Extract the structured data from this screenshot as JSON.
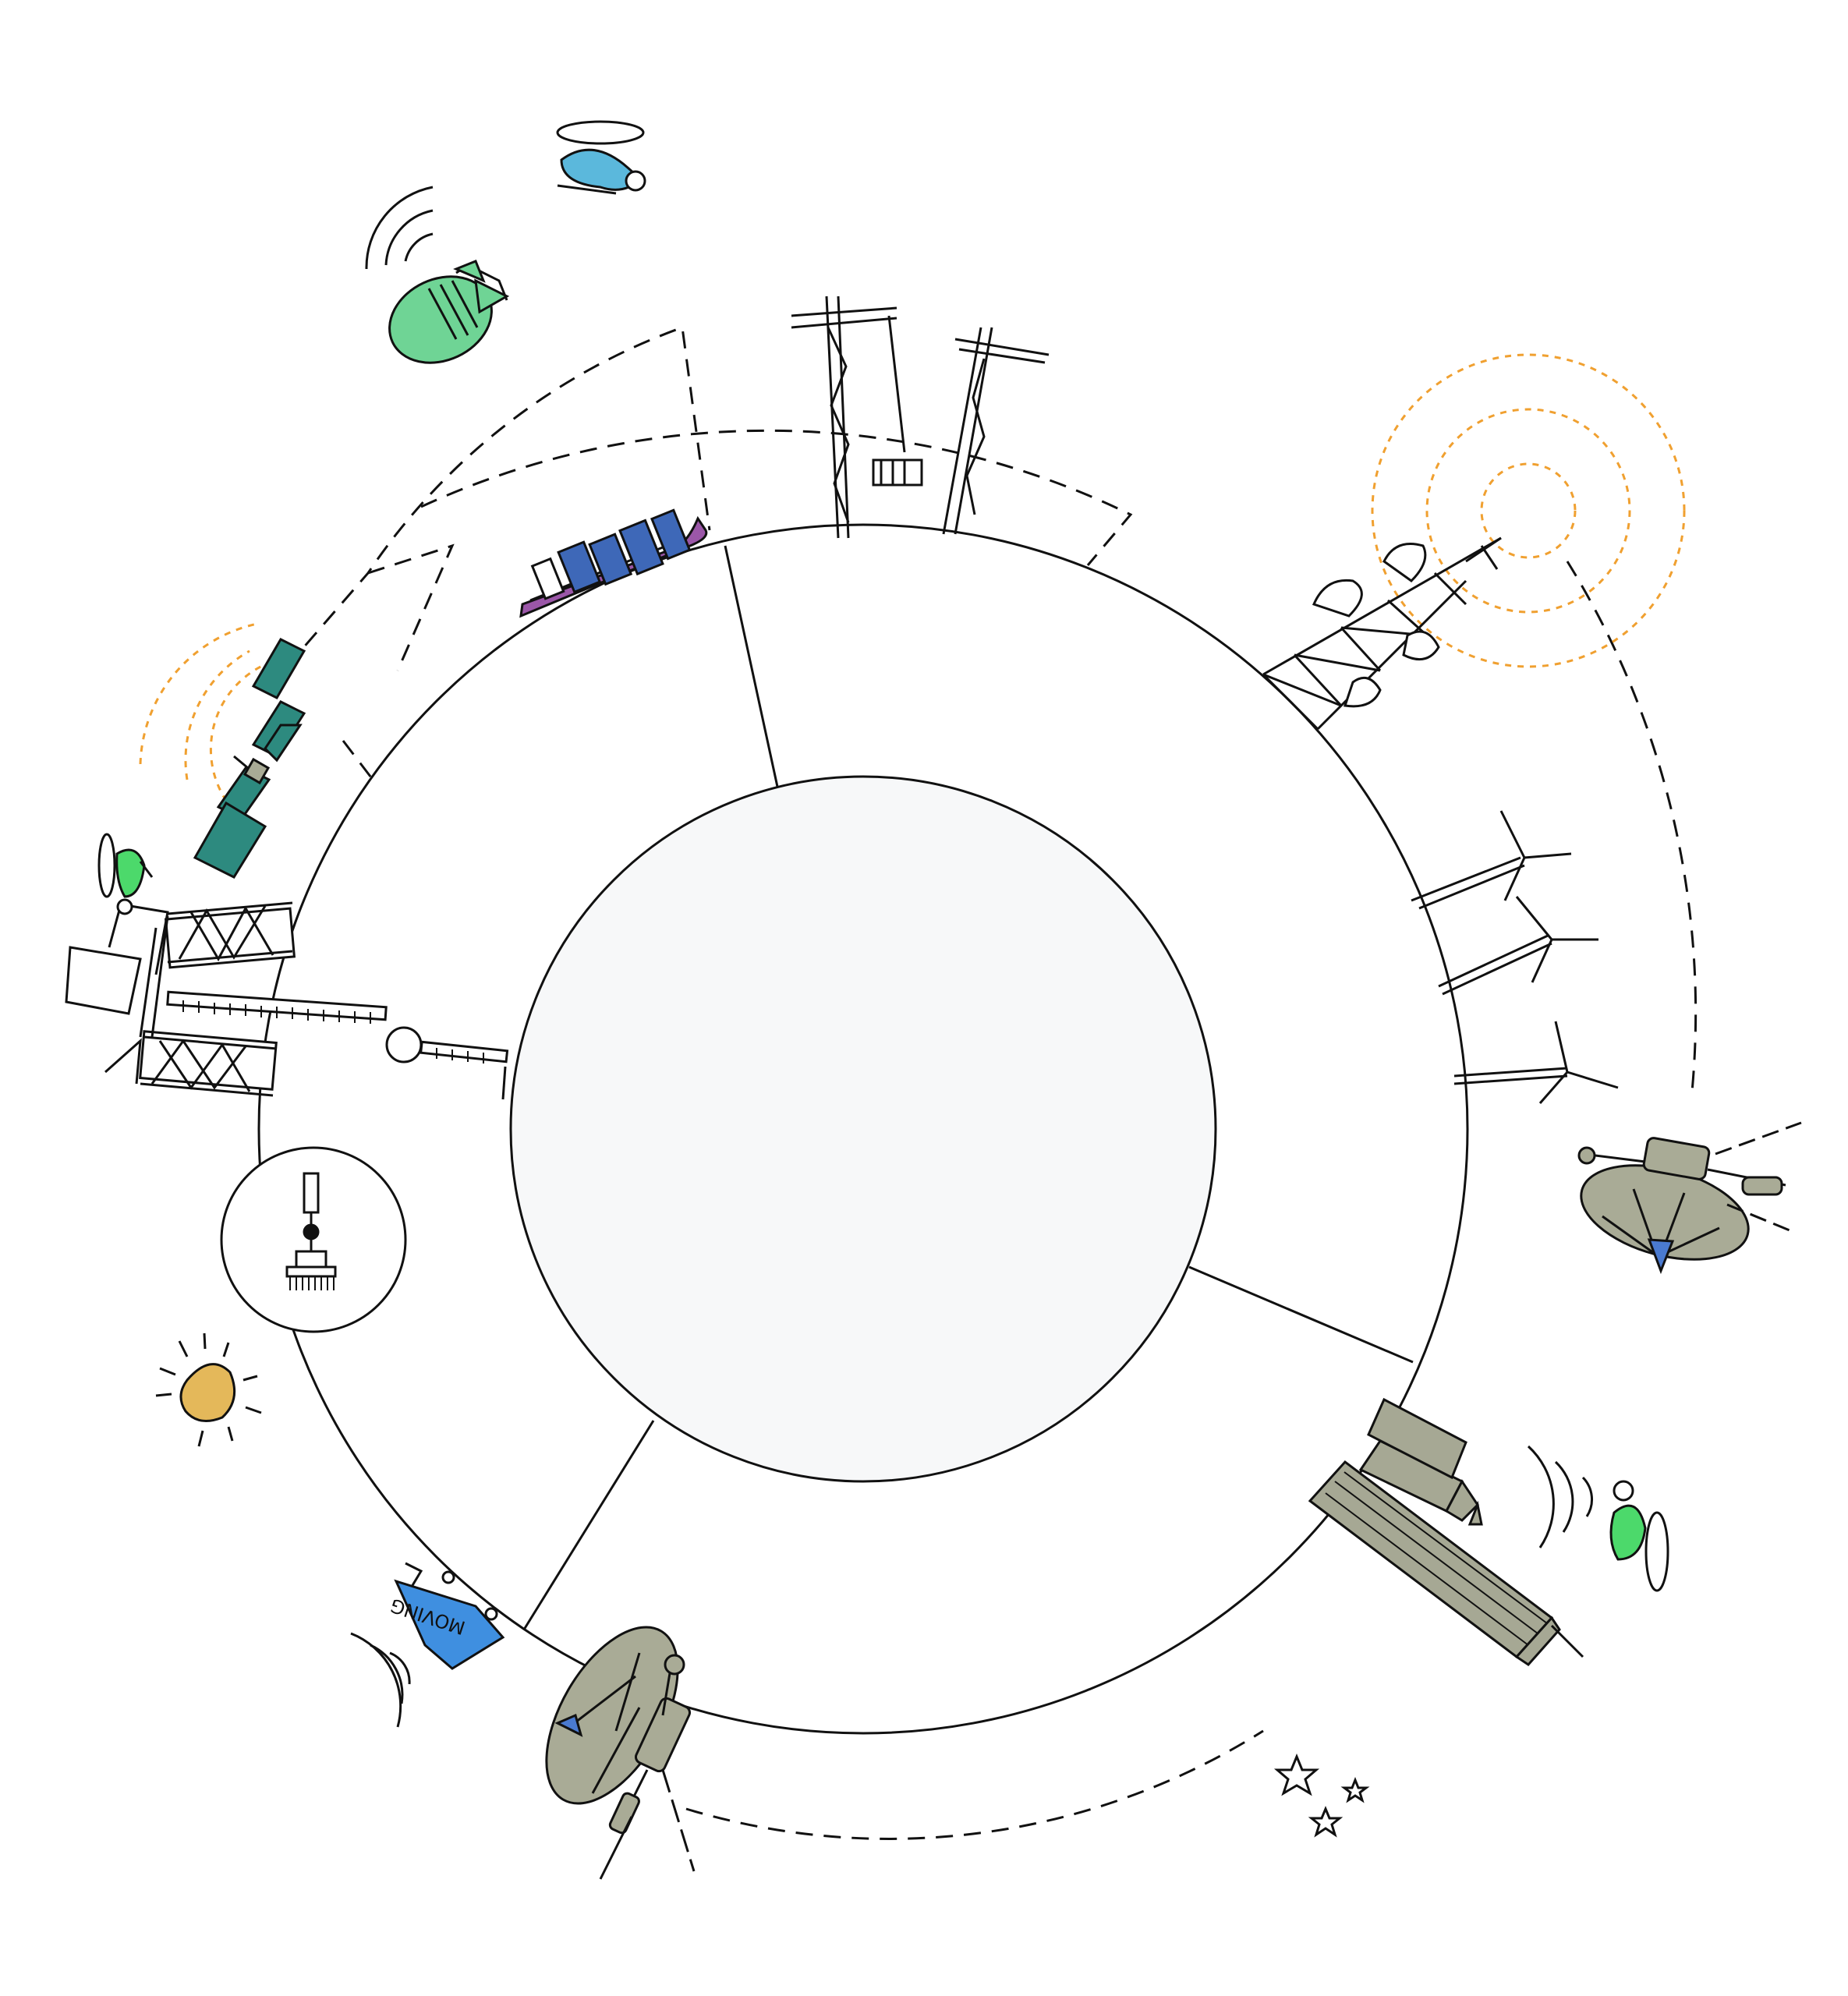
{
  "diagram": {
    "center_label": "",
    "segments": [
      {
        "name": "segment-top-right",
        "label": ""
      },
      {
        "name": "segment-bottom",
        "label": ""
      },
      {
        "name": "segment-left",
        "label": ""
      }
    ]
  },
  "truck": {
    "text": "MOVING"
  },
  "colors": {
    "ink": "#111111",
    "inner_fill": "#f7f8f9",
    "ship_hull": "#9b57a8",
    "ship_containers": "#3e68b8",
    "satellite_panel": "#2d8a7f",
    "balloon_green": "#6fd495",
    "helicopter_blue": "#5bb8dc",
    "helicopter_green": "#4cd96b",
    "dish_gray": "#a9ab96",
    "dish_feed": "#4a7ad0",
    "building_gray": "#a6a894",
    "sun": "#e4b85a",
    "signal_orange": "#f0a030",
    "truck_blue": "#3f8fe0"
  },
  "icons": [
    "helicopter-icon",
    "balloon-icon",
    "container-ship-icon",
    "crane-icon",
    "cell-tower-icon",
    "wind-turbine-icon",
    "satellite-dish-icon",
    "skyscraper-icon",
    "satellite-icon",
    "oil-rig-icon",
    "sun-icon",
    "moving-truck-icon",
    "star-icon"
  ]
}
